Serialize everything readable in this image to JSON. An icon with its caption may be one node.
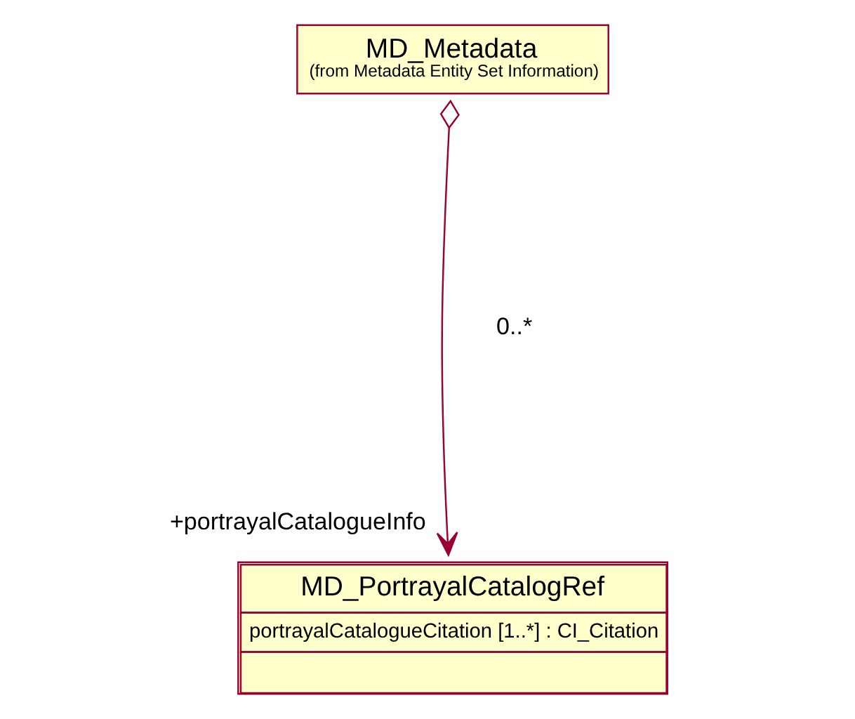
{
  "diagram": {
    "nodes": [
      {
        "text": [
          "MD_Metadata",
          "(from Metadata Entity Set Information)"
        ]
      },
      {
        "text": [
          "MD_PortrayalCatalogRef",
          "portrayalCatalogueCitation [1..*] : CI_Citation"
        ]
      }
    ],
    "edges": [
      {
        "from": 0,
        "to": 1,
        "arrow": "to",
        "label": "+portrayalCatalogueInfo"
      }
    ],
    "labels": [
      "0..*"
    ]
  }
}
